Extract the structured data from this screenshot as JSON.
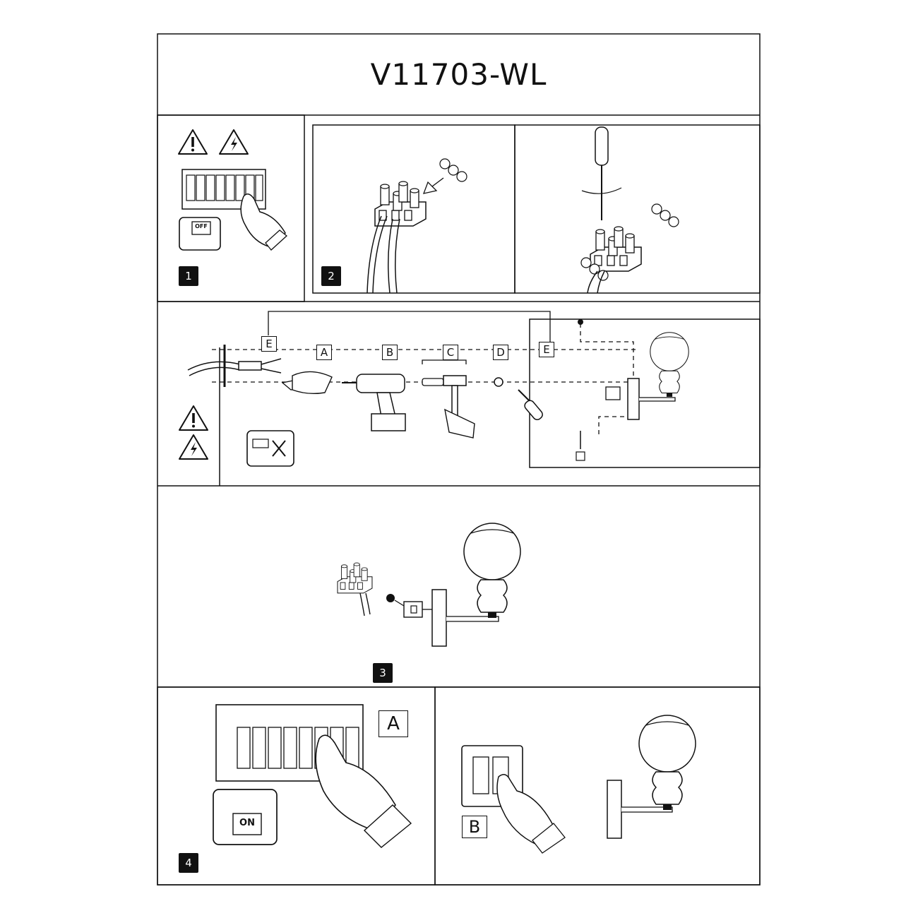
{
  "title": "V11703-WL",
  "steps": {
    "s1": "1",
    "s2": "2",
    "s3": "3",
    "s4": "4"
  },
  "tags": {
    "e_left": "E",
    "a": "A",
    "b": "B",
    "c": "C",
    "d": "D",
    "e_right": "E",
    "step4_a": "A",
    "step4_b": "B"
  },
  "switch_labels": {
    "off": "OFF",
    "on": "ON"
  },
  "icons": {
    "warning": "warning-triangle-icon",
    "shock": "electric-shock-icon",
    "no_drill": "no-drill-near-cables-icon"
  },
  "colors": {
    "line": "#111111",
    "background": "#ffffff",
    "badge": "#111111"
  }
}
